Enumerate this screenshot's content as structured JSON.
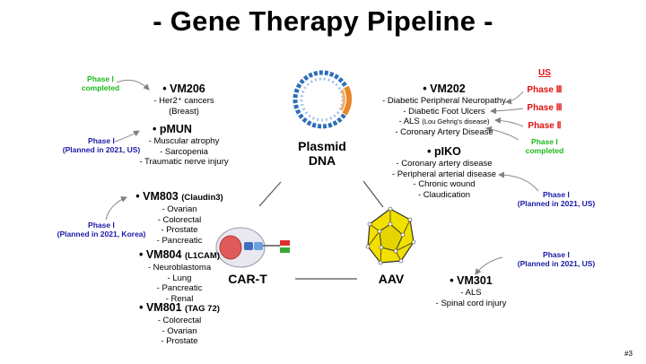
{
  "title": "- Gene Therapy Pipeline -",
  "hubs": {
    "plasmid": "Plasmid DNA",
    "cart": "CAR-T",
    "aav": "AAV"
  },
  "programs": {
    "vm206": {
      "name": "VM206",
      "indications": [
        "- Her2⁺ cancers",
        "(Breast)"
      ]
    },
    "pmun": {
      "name": "pMUN",
      "indications": [
        "- Muscular atrophy",
        "- Sarcopenia",
        "- Traumatic nerve injury"
      ]
    },
    "vm202": {
      "name": "VM202",
      "indications": [
        "- Diabetic Peripheral Neuropathy",
        "- Diabetic Foot Ulcers",
        "- ALS",
        "(Lou Gehrig's disease)",
        "- Coronary Artery Disease"
      ]
    },
    "pIKO": {
      "name": "pIKO",
      "indications": [
        "- Coronary artery disease",
        "- Peripheral arterial disease",
        "- Chronic wound",
        "- Claudication"
      ]
    },
    "vm803": {
      "name": "VM803",
      "target": "(Claudin3)",
      "indications": [
        "- Ovarian",
        "- Colorectal",
        "- Prostate",
        "- Pancreatic"
      ]
    },
    "vm804": {
      "name": "VM804",
      "target": "(L1CAM)",
      "indications": [
        "- Neuroblastoma",
        "- Lung",
        "- Pancreatic",
        "- Renal"
      ]
    },
    "vm801": {
      "name": "VM801",
      "target": "(TAG 72)",
      "indications": [
        "- Colorectal",
        "- Ovarian",
        "- Prostate"
      ]
    },
    "vm301": {
      "name": "VM301",
      "indications": [
        "- ALS",
        "- Spinal cord injury"
      ]
    }
  },
  "phases": {
    "vm206": [
      "Phase Ⅰ",
      "completed"
    ],
    "pmun": [
      "Phase Ⅰ",
      "(Planned in 2021, US)"
    ],
    "vm202_us": "US",
    "vm202_dpn": "Phase Ⅲ",
    "vm202_dfu": "Phase Ⅲ",
    "vm202_als": "Phase Ⅱ",
    "vm202_cad": [
      "Phase Ⅰ",
      "completed"
    ],
    "pIKO": [
      "Phase Ⅰ",
      "(Planned in 2021, US)"
    ],
    "vm803": [
      "Phase Ⅰ",
      "(Planned in 2021, Korea)"
    ],
    "vm301": [
      "Phase Ⅰ",
      "(Planned in 2021, US)"
    ]
  },
  "colors": {
    "completed": "#1db81d",
    "planned": "#1a1aa8",
    "us": "#e01010",
    "aav": "#f2e000",
    "cart": "#e05a5a"
  },
  "page_number": "#3"
}
